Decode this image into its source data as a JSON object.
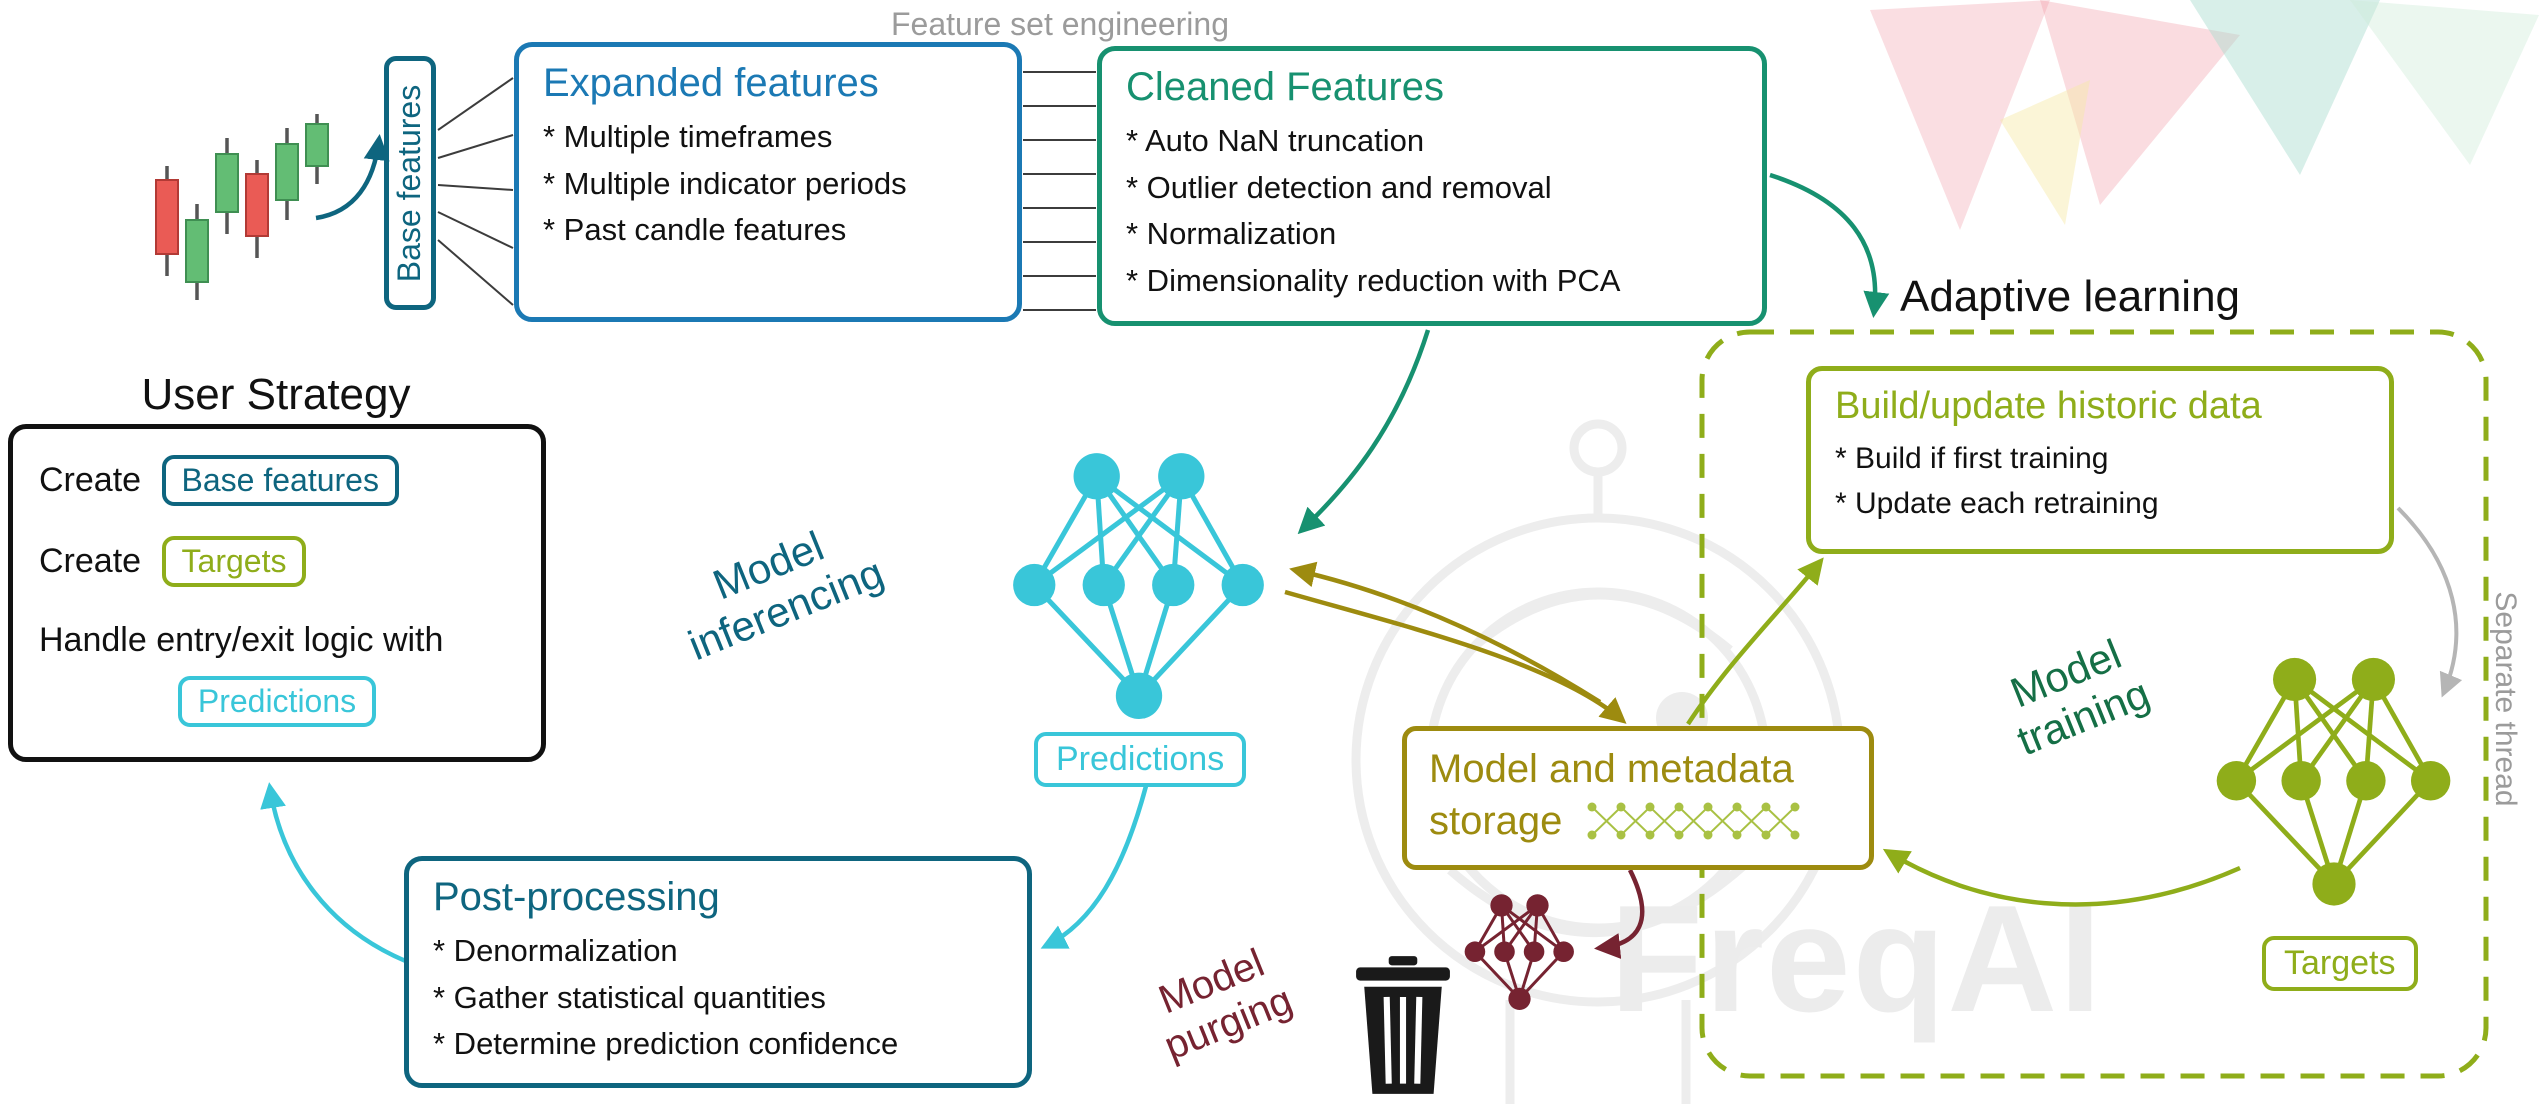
{
  "page": {
    "watermark_text": "FreqAI"
  },
  "header": {
    "feature_set_engineering": "Feature set engineering"
  },
  "pipeline": {
    "base_features": {
      "label": "Base features"
    },
    "expanded_features": {
      "title": "Expanded features",
      "items": [
        "* Multiple timeframes",
        "* Multiple indicator periods",
        "* Past candle features"
      ]
    },
    "cleaned_features": {
      "title": "Cleaned Features",
      "items": [
        "* Auto NaN truncation",
        "* Outlier detection and removal",
        "* Normalization",
        "* Dimensionality reduction with PCA"
      ]
    }
  },
  "adaptive_learning": {
    "title": "Adaptive learning",
    "build_update": {
      "title": "Build/update historic data",
      "items": [
        "* Build if first training",
        "* Update each retraining"
      ]
    },
    "model_training_label": "Model training",
    "targets_label": "Targets",
    "separate_thread_label": "Separate thread"
  },
  "user_strategy": {
    "title": "User Strategy",
    "create_label_1": "Create",
    "base_features_chip": "Base features",
    "create_label_2": "Create",
    "targets_chip": "Targets",
    "handle_text": "Handle entry/exit logic with",
    "predictions_chip": "Predictions"
  },
  "inference": {
    "model_inferencing_label": "Model inferencing",
    "predictions_label": "Predictions"
  },
  "storage": {
    "line1": "Model and metadata",
    "line2": "storage"
  },
  "post_processing": {
    "title": "Post-processing",
    "items": [
      "* Denormalization",
      "* Gather statistical quantities",
      "* Determine prediction confidence"
    ]
  },
  "purging": {
    "model_purging_label": "Model purging"
  },
  "colors": {
    "blue": "#1b79b4",
    "teal": "#0e657f",
    "green": "#179170",
    "olive": "#8fad1a",
    "cyan": "#39c6d9",
    "gold": "#9d8b0f",
    "dark_red": "#762331",
    "dark_green": "#156f46",
    "gray_text": "#9b9b9b",
    "watermark": "#ededed"
  }
}
